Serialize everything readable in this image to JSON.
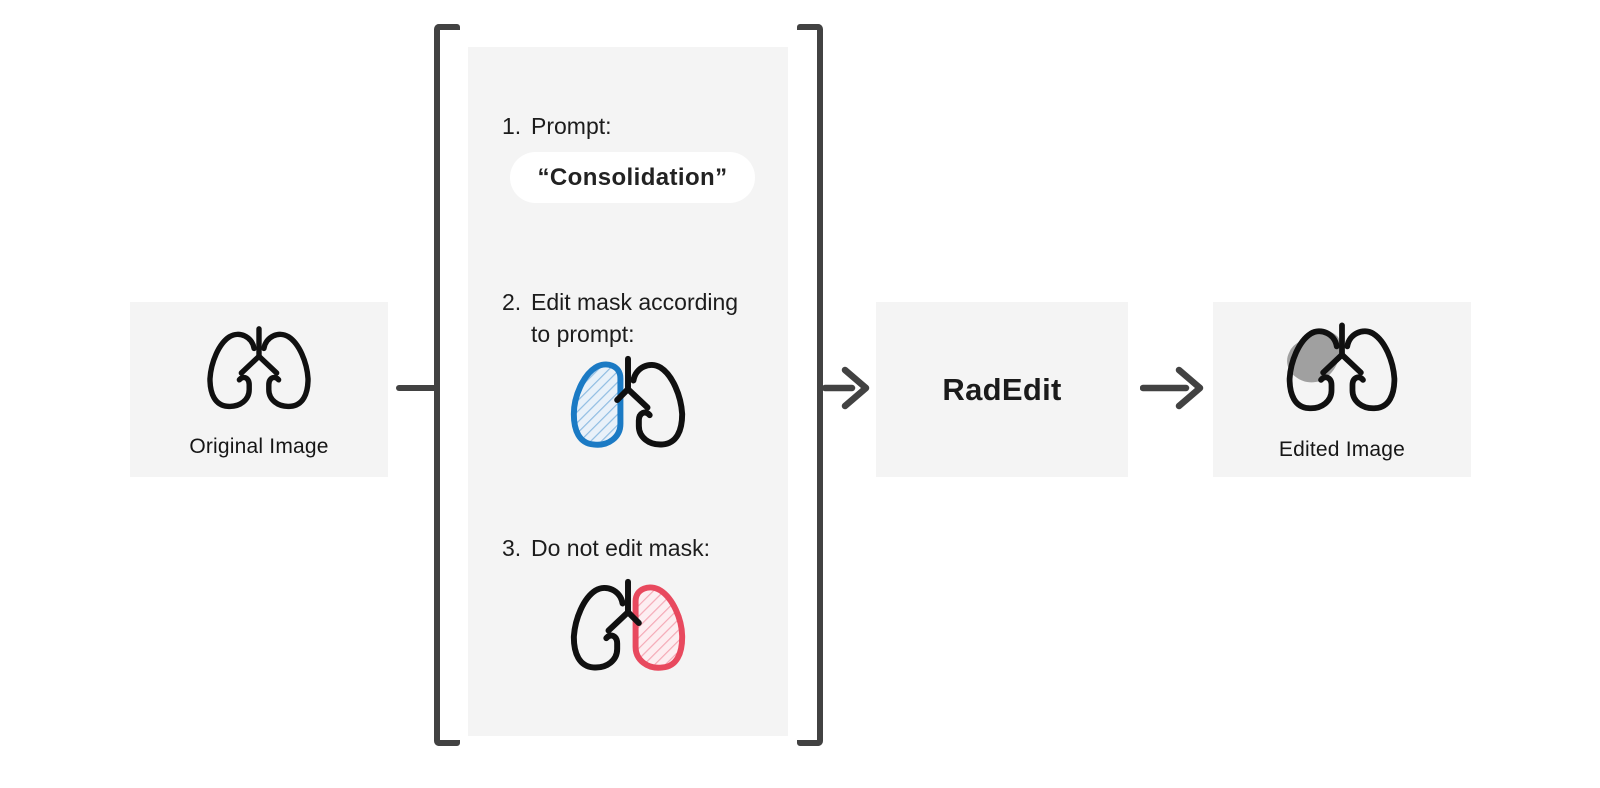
{
  "figure": {
    "original": {
      "label": "Original Image",
      "icon": "lungs-icon"
    },
    "conditions": {
      "steps": [
        {
          "number": "1.",
          "text": "Prompt:"
        },
        {
          "number": "2.",
          "text": "Edit mask according to prompt:"
        },
        {
          "number": "3.",
          "text": "Do not edit mask:"
        }
      ],
      "prompt_value": "“Consolidation”",
      "edit_mask_icon": "lungs-edit-mask-icon",
      "do_not_edit_mask_icon": "lungs-do-not-edit-mask-icon"
    },
    "model": {
      "label": "RadEdit"
    },
    "edited": {
      "label": "Edited Image",
      "icon": "lungs-consolidation-icon"
    },
    "colors": {
      "edit_mask_blue": "#1b7ac4",
      "edit_mask_fill": "#e9f1f9",
      "do_not_edit_red": "#e8495e",
      "do_not_edit_fill": "#fdeef1",
      "consolidation_gray": "#a0a0a0",
      "panel_background": "#f4f4f4",
      "box_background": "#f4f4f4",
      "line_dark": "#424242"
    }
  }
}
